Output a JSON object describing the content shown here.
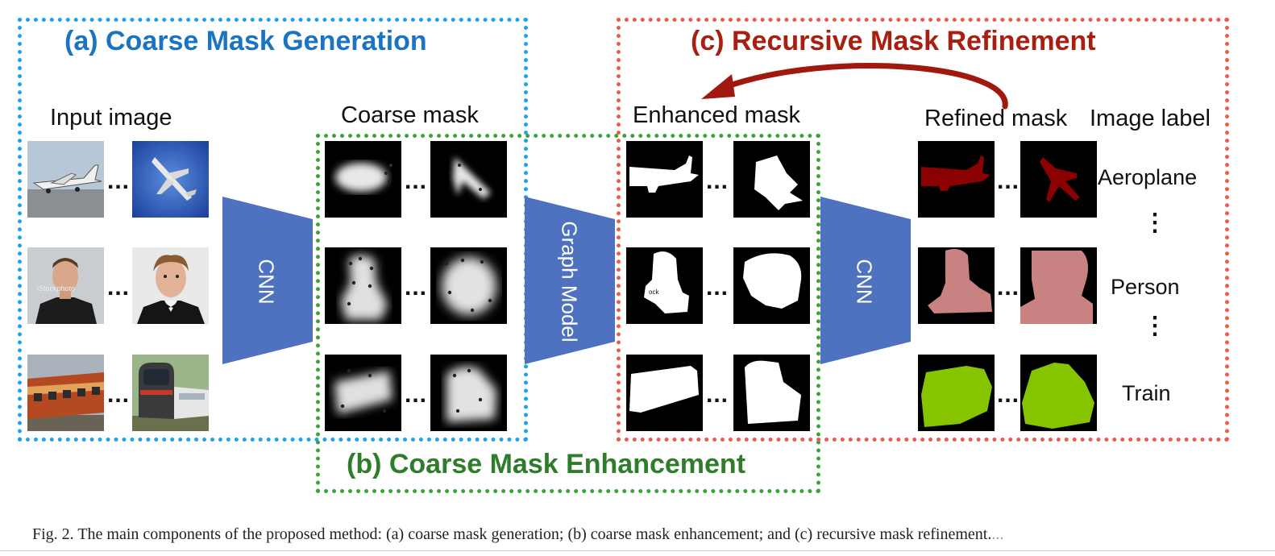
{
  "titles": {
    "a": "(a) Coarse Mask Generation",
    "b": "(b) Coarse Mask Enhancement",
    "c": "(c) Recursive Mask Refinement"
  },
  "columns": {
    "input": "Input image",
    "coarse": "Coarse mask",
    "enhanced": "Enhanced mask",
    "refined": "Refined mask",
    "label": "Image label"
  },
  "blocks": {
    "cnn1": "CNN",
    "graph": "Graph Model",
    "cnn2": "CNN"
  },
  "ellipsis": "...",
  "vertical_ellipsis": "⋮",
  "labels": [
    "Aeroplane",
    "Person",
    "Train"
  ],
  "watermarks": {
    "stock": "iStockphoto",
    "stock_short": "ock"
  },
  "caption": "Fig. 2.   The main components of the proposed method: (a) coarse mask generation; (b) coarse mask enhancement; and (c) recursive mask refinement.",
  "caption_watermark": "...",
  "colors": {
    "box_a": "#1aa3f0",
    "box_b": "#3aa535",
    "box_c": "#ef5a4a",
    "title_a": "#1a74c2",
    "title_b": "#2e7d2a",
    "title_c": "#a81f10",
    "block": "#4e72bf",
    "aeroplane": "#8b0000",
    "person": "#c98282",
    "train": "#86c400",
    "arrow": "#a0180e"
  }
}
